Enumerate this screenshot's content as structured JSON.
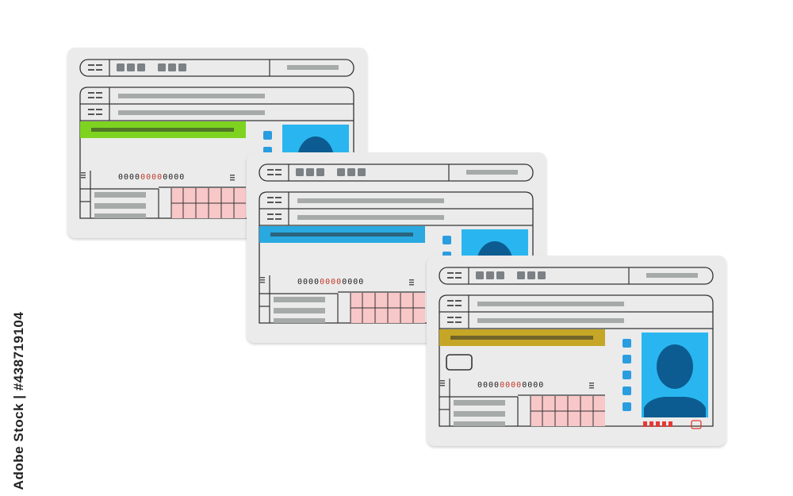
{
  "cards": [
    {
      "id": "card-green",
      "band_color": "#7ed321",
      "has_chip": false,
      "number_text": "000000000000"
    },
    {
      "id": "card-blue",
      "band_color": "#29a9e0",
      "has_chip": false,
      "number_text": "000000000000"
    },
    {
      "id": "card-gold",
      "band_color": "#c6a626",
      "has_chip": true,
      "number_text": "000000000000"
    }
  ],
  "colors": {
    "card_bg": "#ebebeb",
    "photo_bg": "#29b6f0",
    "silhouette": "#0d5c91",
    "dot": "#2a9de0",
    "grid_pink": "#f8c7c8",
    "placeholder": "#a6aaa8",
    "red_mark": "#e53935"
  },
  "stock_id": "Adobe Stock | #438719104"
}
